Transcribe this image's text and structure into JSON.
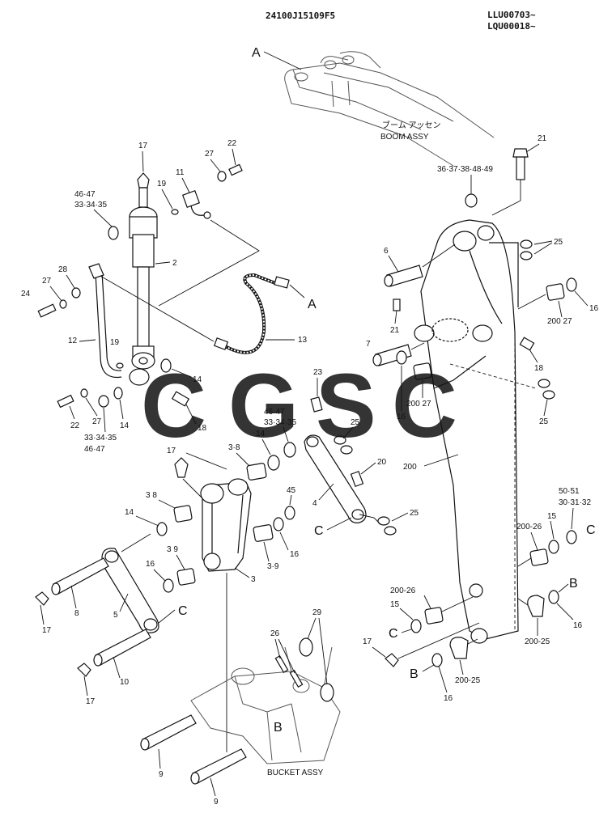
{
  "header": {
    "part_no": "24100J15109F5",
    "serial_1": "LLU00703~",
    "serial_2": "LQU00018~"
  },
  "captions": {
    "boom_jp": "ブーム アッセン",
    "boom_assy": "BOOM ASSY",
    "bucket_assy": "BUCKET ASSY"
  },
  "watermark": {
    "letters": [
      "C",
      "G",
      "S",
      "C"
    ],
    "colors": [
      "#4a8fe8",
      "#ef7169",
      "#f4cd3a",
      "#3fa56f"
    ]
  },
  "callouts": {
    "A_top": "A",
    "A_hose": "A",
    "c17a": "17",
    "c22a": "22",
    "c27a": "27",
    "c11": "11",
    "c19a": "19",
    "c4647a": "46·47",
    "c333435a": "33·34·35",
    "c2": "2",
    "c28": "28",
    "c27b": "27",
    "c24": "24",
    "c12": "12",
    "c19b": "19",
    "c13": "13",
    "c14a": "14",
    "c18a": "18",
    "c22b": "22",
    "c27c": "27",
    "c14b": "14",
    "c333435b": "33·34·35",
    "c4647b": "46·47",
    "c23": "23",
    "c4647c": "46·47",
    "c333435c": "33·34·35",
    "c25a": "25",
    "c38a": "3·8",
    "c14c": "14",
    "c17b": "17",
    "c38b": "3 8",
    "c14d": "14",
    "c39a": "3 9",
    "c16a": "16",
    "c20": "20",
    "c45": "45",
    "c4": "4",
    "cC1": "C",
    "c25b": "25",
    "c39b": "3·9",
    "c16b": "16",
    "c3": "3",
    "c17c": "17",
    "c8": "8",
    "c5": "5",
    "cC2": "C",
    "c17d": "17",
    "c10": "10",
    "c26": "26",
    "c29": "29",
    "cB1": "B",
    "c9a": "9",
    "c9b": "9",
    "c21a": "21",
    "c3637": "36·37·38·48·49",
    "c6": "6",
    "c25c": "25",
    "c21b": "21",
    "c7": "7",
    "c16c": "16",
    "c200_27a": "200 27",
    "c16d": "16",
    "c18b": "18",
    "c25d": "25",
    "c200_27b": "200 27",
    "c200": "200",
    "c5051": "50·51",
    "c303132": "30·31·32",
    "c15a": "15",
    "c200_26a": "200-26",
    "cC3": "C",
    "cB2": "B",
    "c16e": "16",
    "c200_25a": "200-25",
    "c200_26b": "200-26",
    "c15b": "15",
    "cC4": "C",
    "c17e": "17",
    "cB3": "B",
    "c16f": "16",
    "c200_25b": "200-25"
  }
}
